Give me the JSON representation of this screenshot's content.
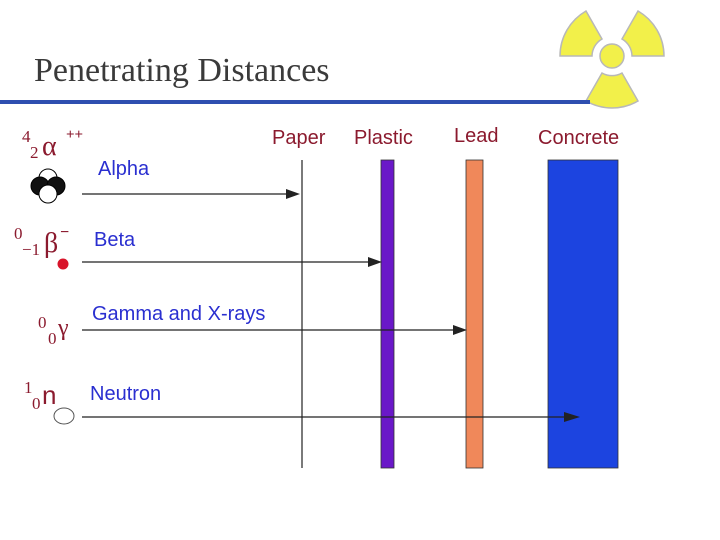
{
  "title": "Penetrating Distances",
  "materials": [
    {
      "label": "Paper"
    },
    {
      "label": "Plastic"
    },
    {
      "label": "Lead"
    },
    {
      "label": "Concrete"
    }
  ],
  "radiation": [
    {
      "label": "Alpha",
      "symbol": {
        "mass": "4",
        "charge": "2",
        "glyph": "α",
        "sign": "++"
      },
      "stops_at": "Paper"
    },
    {
      "label": "Beta",
      "symbol": {
        "mass": "0",
        "charge": "−1",
        "glyph": "β",
        "sign": "−"
      },
      "stops_at": "Plastic"
    },
    {
      "label": "Gamma and X-rays",
      "symbol": {
        "mass": "0",
        "charge": "0",
        "glyph": "γ",
        "sign": ""
      },
      "stops_at": "Lead"
    },
    {
      "label": "Neutron",
      "symbol": {
        "mass": "1",
        "charge": "0",
        "glyph": "n",
        "sign": ""
      },
      "stops_at": "Concrete"
    }
  ],
  "colors": {
    "title_rule": "#2e4fb0",
    "plastic": "#6a18c8",
    "lead": "#f0885a",
    "concrete": "#1c44e0",
    "header_text": "#8b1a2e",
    "radiation_text": "#2a2fd0",
    "trefoil": "#f2f04a"
  },
  "icons": {
    "logo": "radiation-trefoil-icon"
  }
}
